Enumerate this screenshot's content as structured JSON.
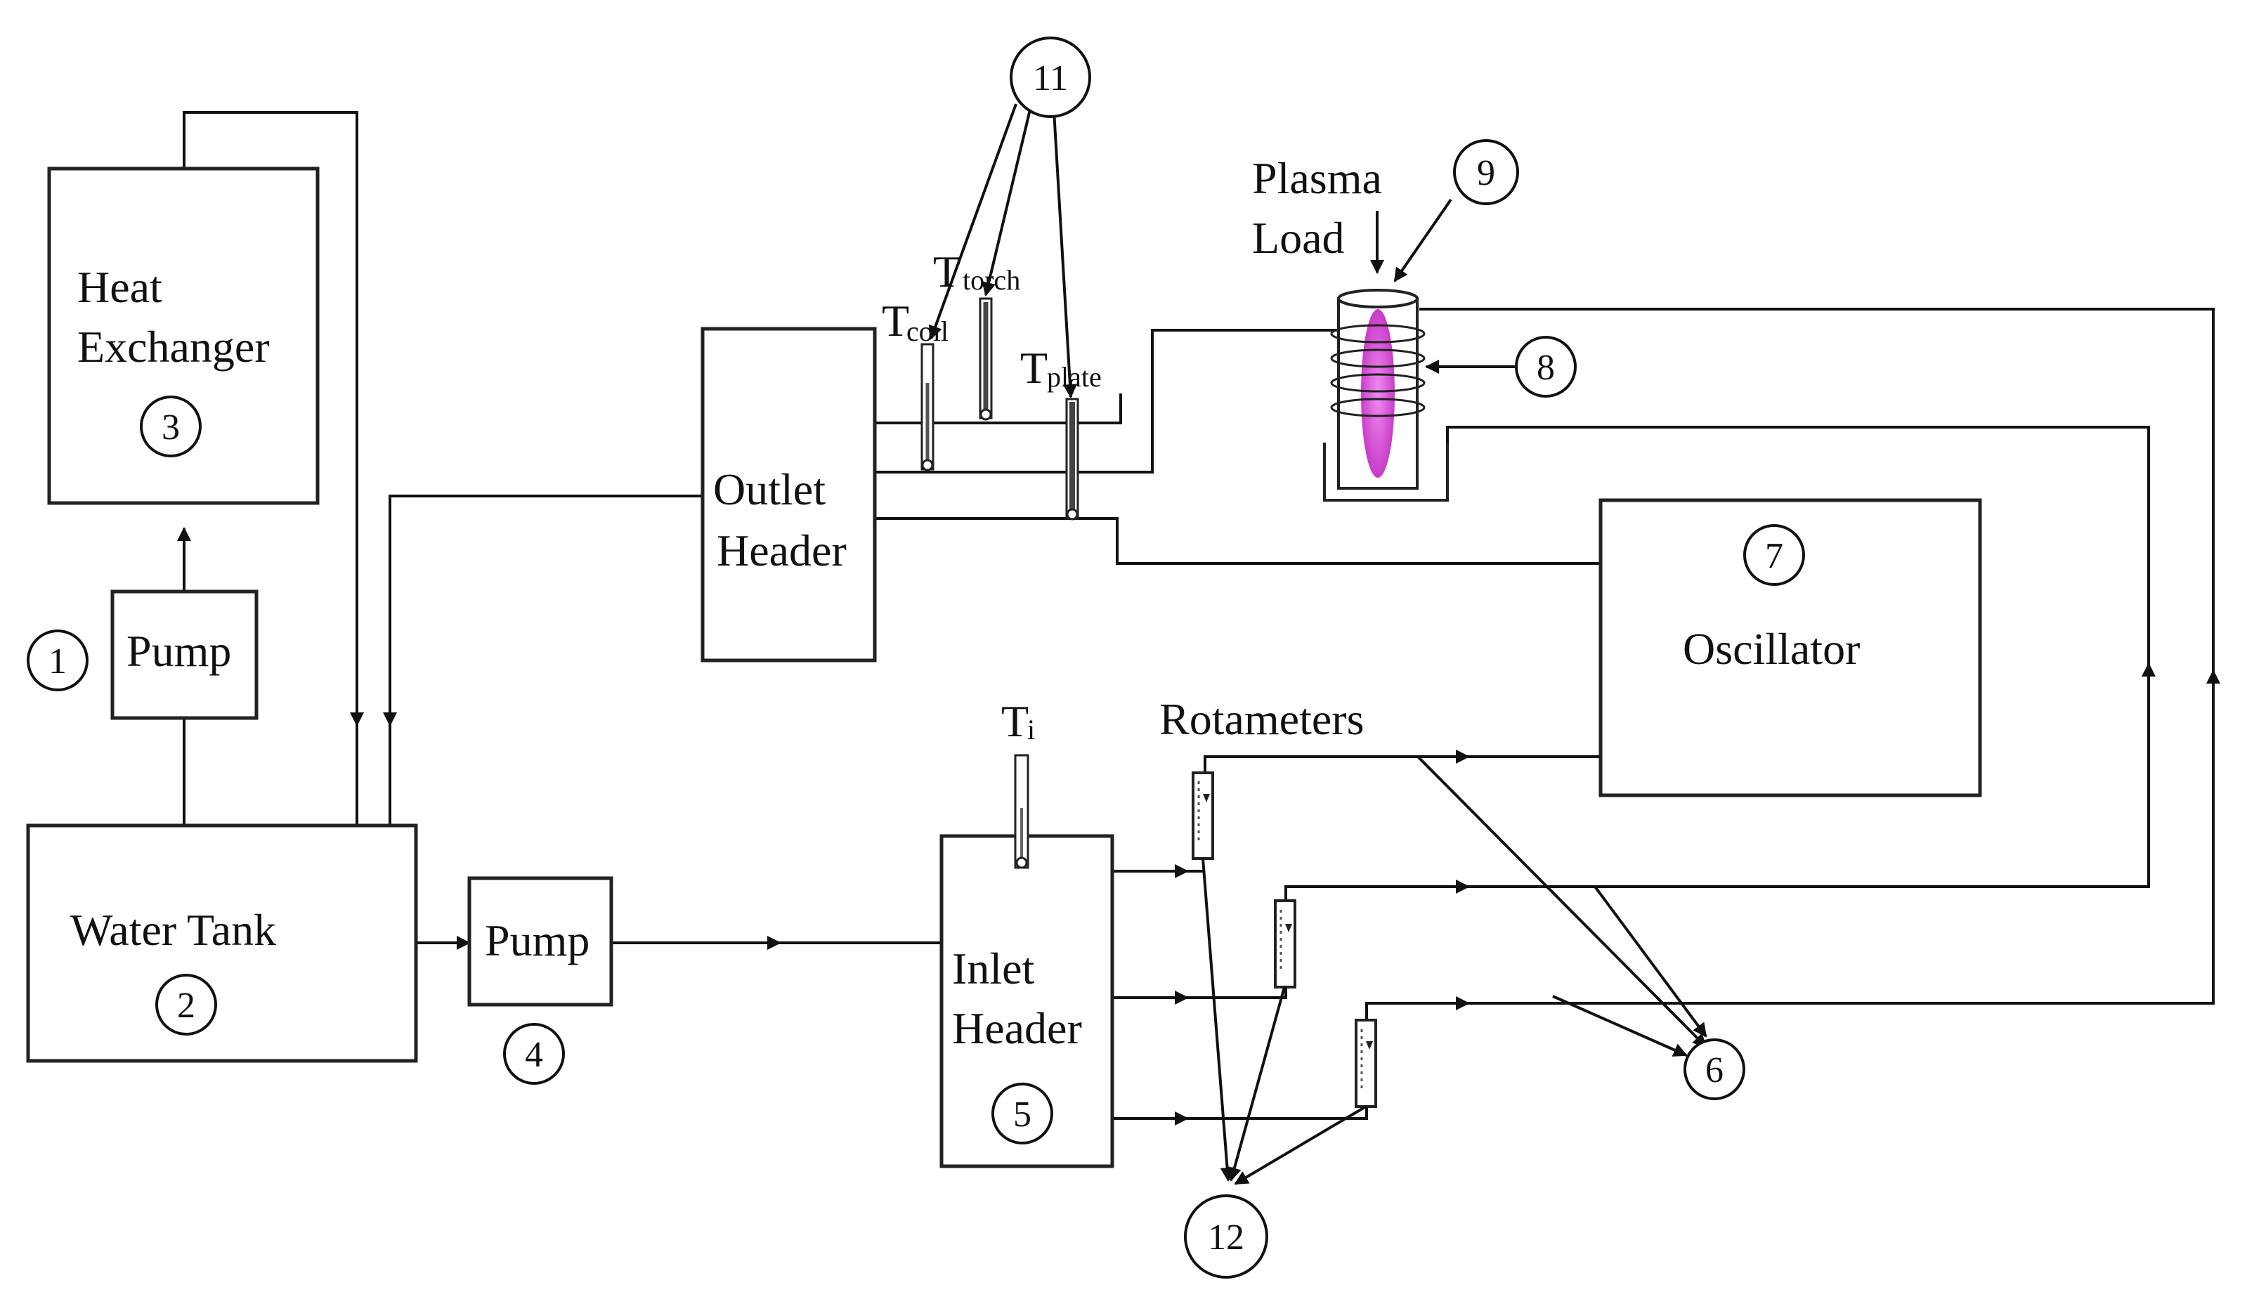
{
  "labels": {
    "heat_exchanger_line1": "Heat",
    "heat_exchanger_line2": "Exchanger",
    "pump_main": "Pump",
    "water_tank": "Water Tank",
    "pump_secondary": "Pump",
    "outlet_header_line1": "Outlet",
    "outlet_header_line2": "Header",
    "inlet_header_line1": "Inlet",
    "inlet_header_line2": "Header",
    "oscillator": "Oscillator",
    "plasma_load_line1": "Plasma",
    "plasma_load_line2": "Load",
    "rotameters": "Rotameters",
    "t_coil": "T",
    "t_coil_sub": "coil",
    "t_torch": "T",
    "t_torch_sub": "torch",
    "t_plate": "T",
    "t_plate_sub": "plate",
    "t_inlet": "T",
    "t_inlet_sub": "i"
  },
  "numbers": {
    "n1": "1",
    "n2": "2",
    "n3": "3",
    "n4": "4",
    "n5": "5",
    "n6": "6",
    "n7": "7",
    "n8": "8",
    "n9": "9",
    "n11": "11",
    "n12": "12"
  },
  "colors": {
    "line": "#111111",
    "plasma": "#d94ad9"
  }
}
